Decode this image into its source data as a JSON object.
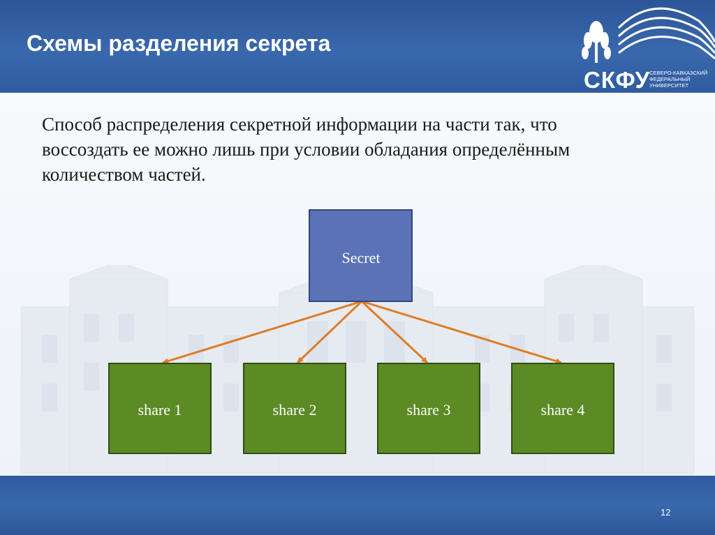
{
  "slide": {
    "title": "Схемы разделения секрета",
    "body": "Способ распределения секретной информации на части так, что воссоздать ее можно лишь при условии обладания определённым количеством частей.",
    "page_number": "12"
  },
  "logo": {
    "abbr": "СКФУ",
    "subtitle_lines": [
      "СЕВЕРО-КАВКАЗСКИЙ",
      "ФЕДЕРАЛЬНЫЙ",
      "УНИВЕРСИТЕТ"
    ]
  },
  "diagram": {
    "root": {
      "label": "Secret",
      "color": "#5b73b6"
    },
    "children": [
      {
        "label": "share 1",
        "color": "#5c8a24"
      },
      {
        "label": "share 2",
        "color": "#5c8a24"
      },
      {
        "label": "share 3",
        "color": "#5c8a24"
      },
      {
        "label": "share 4",
        "color": "#5c8a24"
      }
    ],
    "arrow_color": "#e07b25"
  }
}
